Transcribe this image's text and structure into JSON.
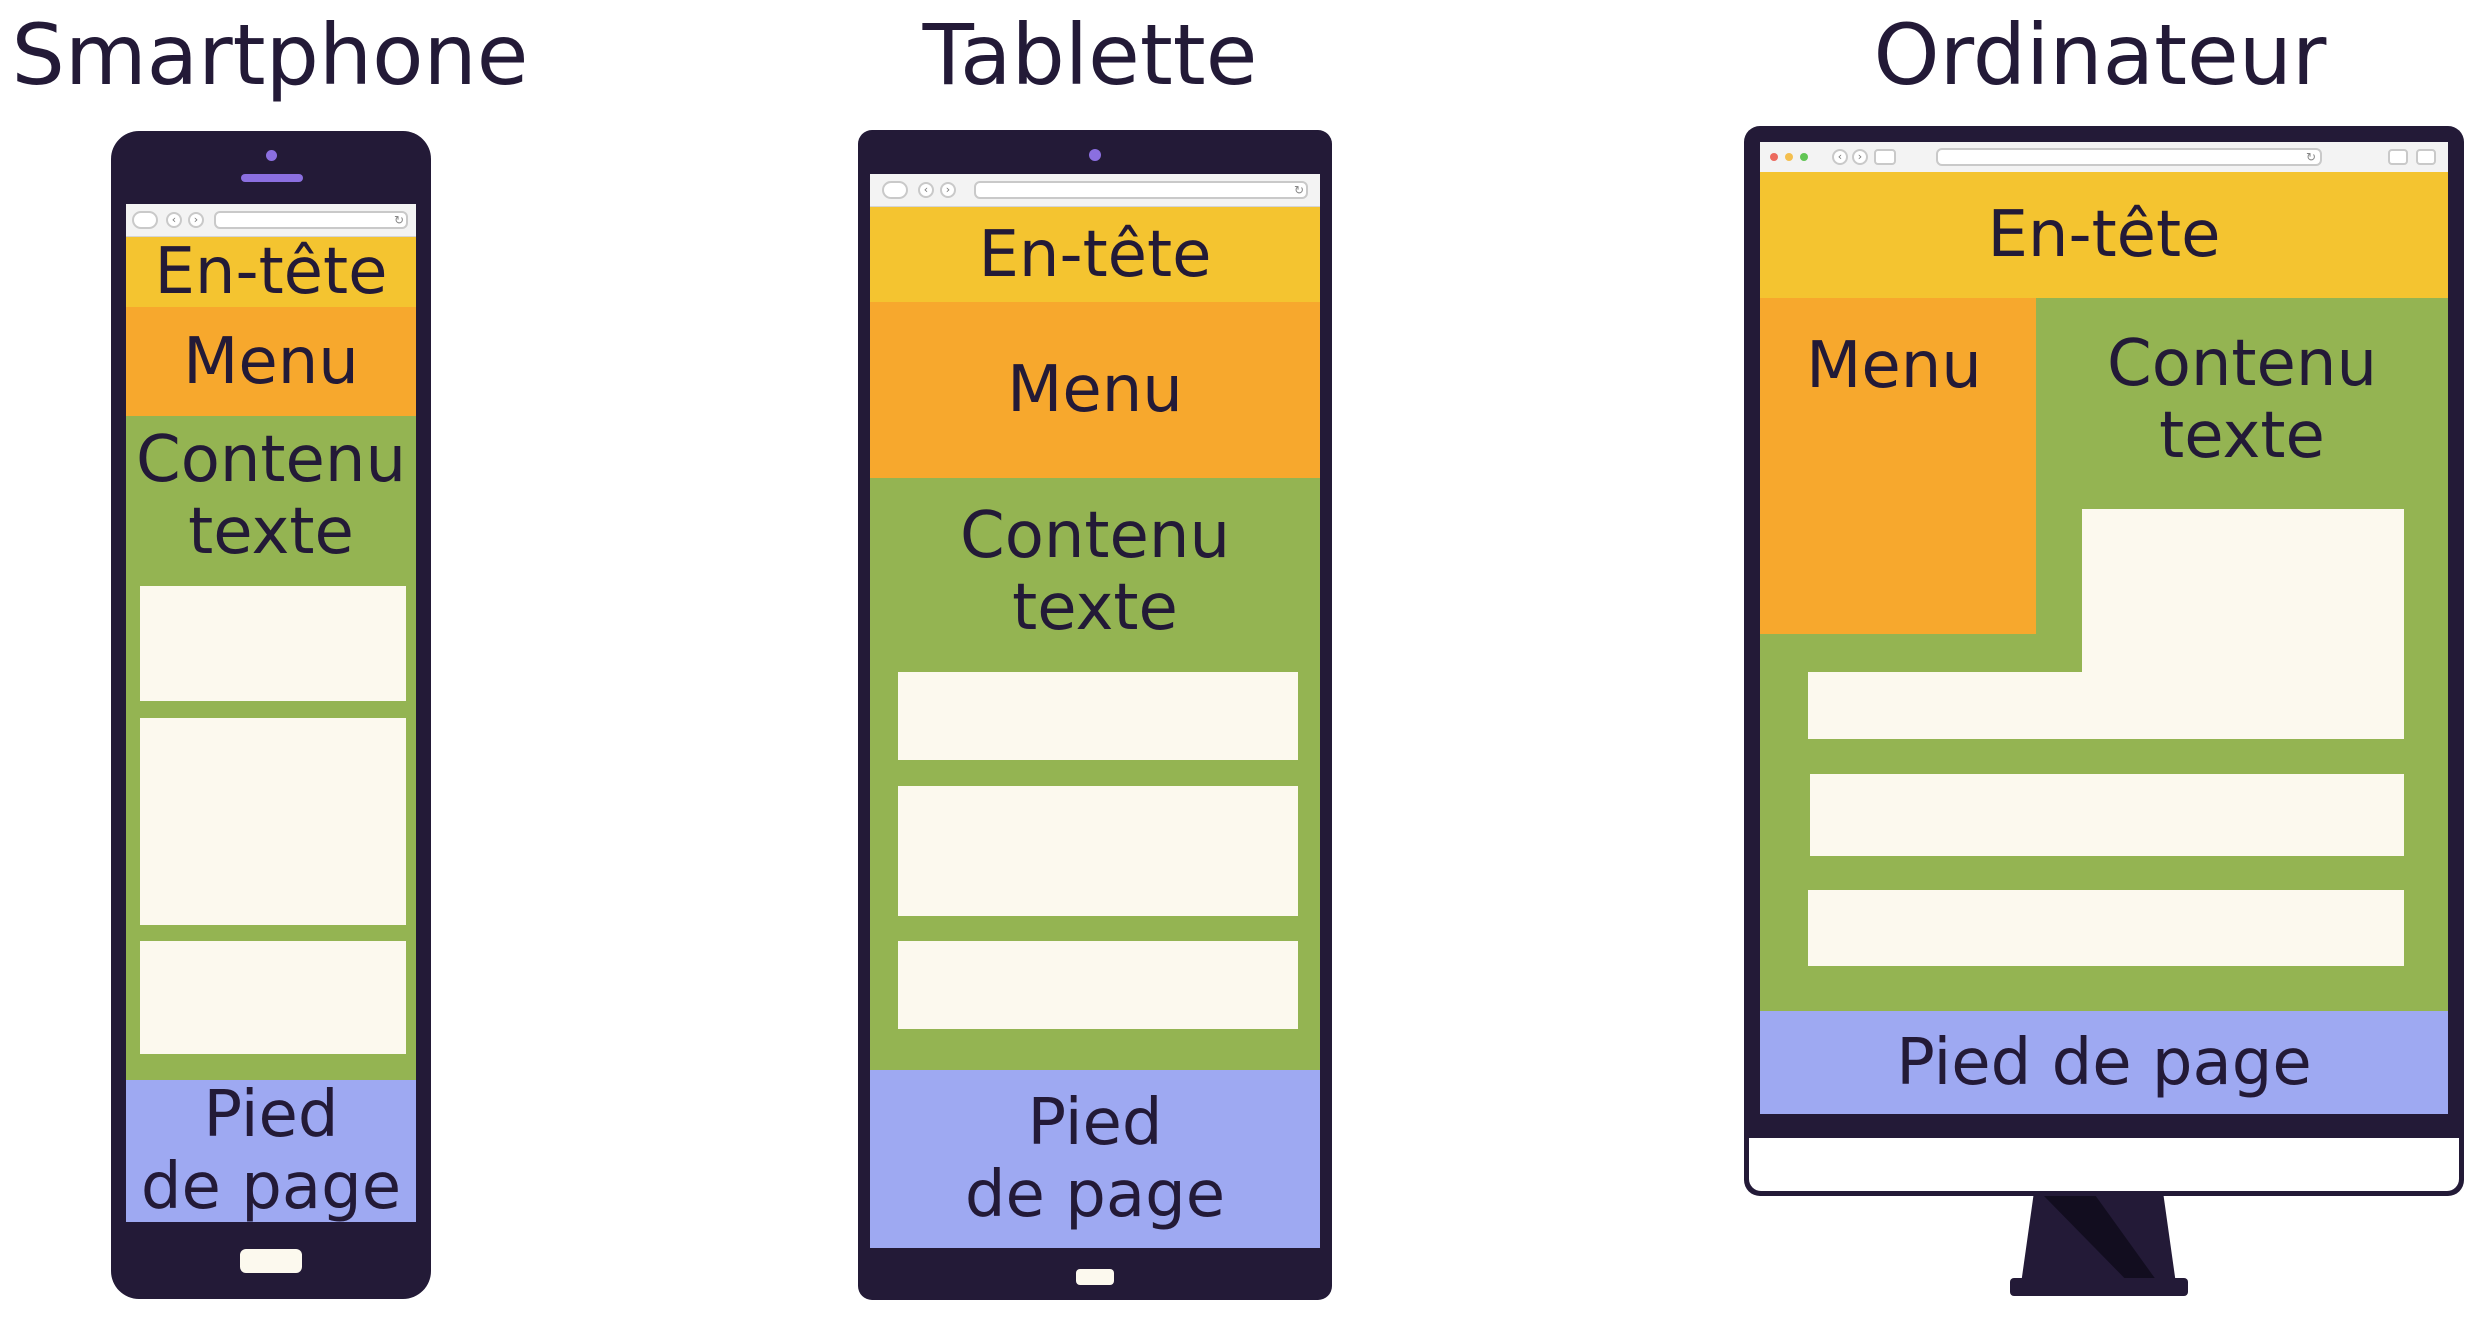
{
  "colors": {
    "frame": "#231a37",
    "header": "#f4c430",
    "menu": "#f7a82d",
    "content": "#94b452",
    "footer": "#9ea9f2",
    "block": "#fcf9ee",
    "camera": "#8b6fe0",
    "traffic_red": "#ec6a5e",
    "traffic_yellow": "#f4bf4f",
    "traffic_green": "#61c554"
  },
  "icons": [
    "camera-icon",
    "back-arrow-icon",
    "forward-arrow-icon",
    "reload-icon",
    "sidebar-icon",
    "share-icon",
    "tabs-icon",
    "home-button-icon"
  ],
  "smartphone": {
    "title": "Smartphone",
    "header": "En-tête",
    "menu": "Menu",
    "content": "Contenu\ntexte",
    "footer": "Pied\nde page"
  },
  "tablet": {
    "title": "Tablette",
    "header": "En-tête",
    "menu": "Menu",
    "content": "Contenu\ntexte",
    "footer": "Pied\nde page"
  },
  "computer": {
    "title": "Ordinateur",
    "header": "En-tête",
    "menu": "Menu",
    "content": "Contenu\ntexte",
    "footer": "Pied de page"
  }
}
